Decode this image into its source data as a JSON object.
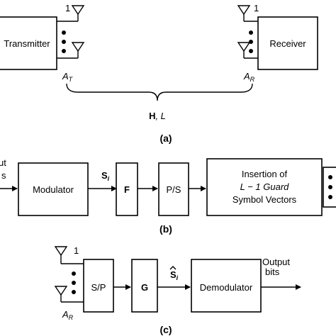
{
  "panel_a": {
    "transmitter_label": "Transmitter",
    "receiver_label": "Receiver",
    "tx_antenna_index": "1",
    "rx_antenna_index": "1",
    "tx_antenna_count": "A",
    "tx_antenna_count_sub": "T",
    "rx_antenna_count": "A",
    "rx_antenna_count_sub": "R",
    "channel_bold": "H",
    "channel_rest": ", L",
    "caption": "(a)"
  },
  "panel_b": {
    "input_fragment_1": "ut",
    "input_fragment_2": "s",
    "modulator_label": "Modulator",
    "symbol_label": "S",
    "symbol_sub": "i",
    "precoder_label": "F",
    "ps_label": "P/S",
    "insertion_line1": "Insertion of",
    "insertion_line2": "L − 1 Guard",
    "insertion_line3": "Symbol Vectors",
    "caption": "(b)"
  },
  "panel_c": {
    "antenna_index": "1",
    "antenna_count": "A",
    "antenna_count_sub": "R",
    "sp_label": "S/P",
    "equalizer_label": "G",
    "symbol_hat_label": "S",
    "symbol_hat_sub": "i",
    "demodulator_label": "Demodulator",
    "output_line1": "Output",
    "output_line2": "bits",
    "caption": "(c)"
  }
}
